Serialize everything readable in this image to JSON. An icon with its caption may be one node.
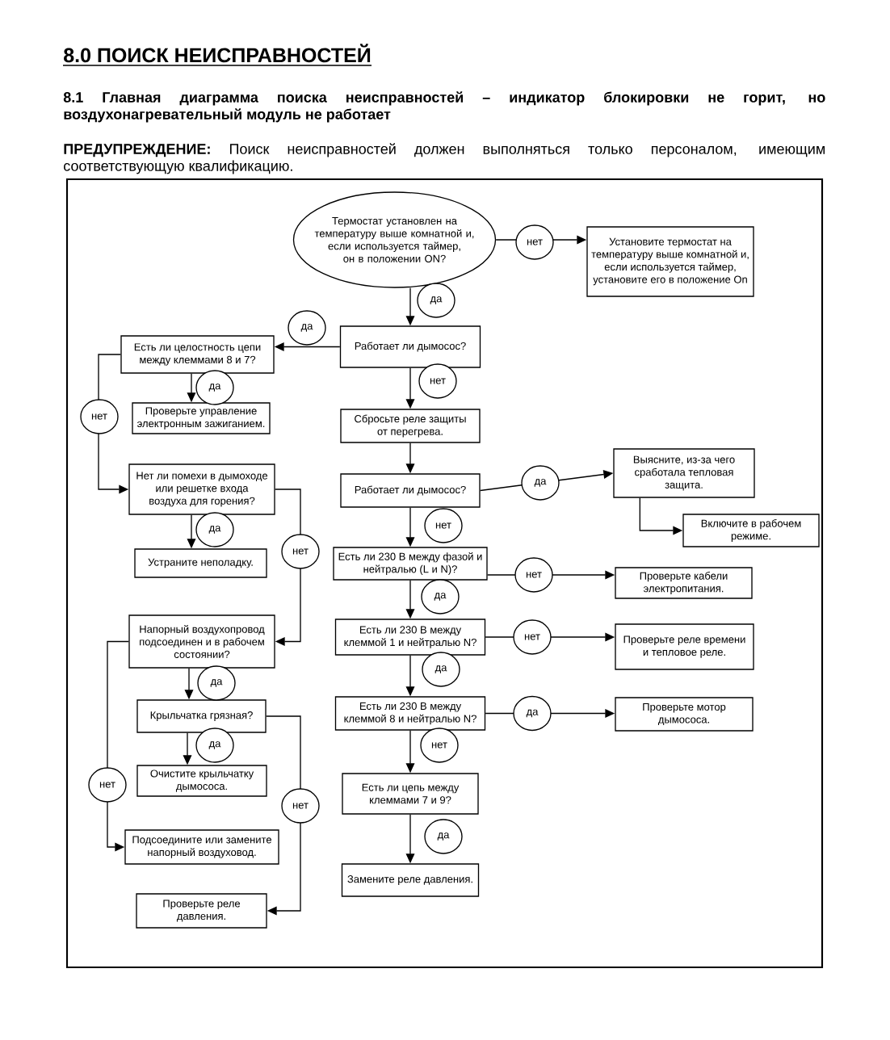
{
  "diagram": {
    "title": "8.0 ПОИСК НЕИСПРАВНОСТЕЙ",
    "nodes": [
      {
        "text": [
          "Термостат установлен на температуру выше комнатной и, если используется таймер, он в положении ON?"
        ]
      },
      {
        "text": [
          "Установите термостат на температуру выше комнатной и, если используется таймер, установите его в положение On"
        ]
      },
      {
        "text": [
          "Работает ли дымосос?"
        ]
      },
      {
        "text": [
          "Есть ли целостность цепи между клеммами 8 и 7?"
        ]
      },
      {
        "text": [
          "Проверьте управление электронным зажиганием."
        ]
      },
      {
        "text": [
          "Сбросьте реле защиты от перегрева."
        ]
      },
      {
        "text": [
          "Работает ли дымосос?"
        ]
      },
      {
        "text": [
          "Выясните, из-за чего сработала тепловая защита."
        ]
      },
      {
        "text": [
          "Включите в рабочем режиме."
        ]
      },
      {
        "text": [
          "Нет ли помехи в дымоходе или решетке входа воздуха для горения?"
        ]
      },
      {
        "text": [
          "Устраните неполадку."
        ]
      },
      {
        "text": [
          "Есть ли 230 В между фазой и нейтралью (L и N)?"
        ]
      },
      {
        "text": [
          "Проверьте кабели электропитания."
        ]
      },
      {
        "text": [
          "Напорный воздухопровод подсоединен и в рабочем состоянии?"
        ]
      },
      {
        "text": [
          "Есть ли 230 В между клеммой 1 и нейтралью N?"
        ]
      },
      {
        "text": [
          "Проверьте реле времени и тепловое реле."
        ]
      },
      {
        "text": [
          "Крыльчатка грязная?"
        ]
      },
      {
        "text": [
          "Есть ли 230 В между клеммой 8 и нейтралью N?"
        ]
      },
      {
        "text": [
          "Проверьте мотор дымососа."
        ]
      },
      {
        "text": [
          "Очистите крыльчатку дымососа."
        ]
      },
      {
        "text": [
          "Есть ли цепь между клеммами 7 и 9?"
        ]
      },
      {
        "text": [
          "Подсоедините или замените напорный воздуховод."
        ]
      },
      {
        "text": [
          "Замените реле давления."
        ]
      },
      {
        "text": [
          "Проверьте реле давления."
        ]
      }
    ],
    "edges": [
      {
        "from": 0,
        "to": 1,
        "arrow": "to",
        "label": "нет"
      },
      {
        "from": 0,
        "to": 2,
        "arrow": "to",
        "label": "да"
      },
      {
        "from": 2,
        "to": 3,
        "arrow": "to",
        "label": "да"
      },
      {
        "from": 2,
        "to": 5,
        "arrow": "to",
        "label": "нет"
      },
      {
        "from": 3,
        "to": 4,
        "arrow": "to",
        "label": "да"
      },
      {
        "from": 3,
        "to": 9,
        "arrow": "to",
        "label": "нет"
      },
      {
        "from": 5,
        "to": 6,
        "arrow": "to"
      },
      {
        "from": 6,
        "to": 7,
        "arrow": "to",
        "label": "да"
      },
      {
        "from": 7,
        "to": 8,
        "arrow": "to"
      },
      {
        "from": 6,
        "to": 11,
        "arrow": "to",
        "label": "нет"
      },
      {
        "from": 9,
        "to": 10,
        "arrow": "to",
        "label": "да"
      },
      {
        "from": 9,
        "to": 13,
        "arrow": "to",
        "label": "нет"
      },
      {
        "from": 11,
        "to": 12,
        "arrow": "to",
        "label": "нет"
      },
      {
        "from": 11,
        "to": 14,
        "arrow": "to",
        "label": "да"
      },
      {
        "from": 13,
        "to": 16,
        "arrow": "to",
        "label": "да"
      },
      {
        "from": 13,
        "to": 21,
        "arrow": "to",
        "label": "нет"
      },
      {
        "from": 14,
        "to": 15,
        "arrow": "to",
        "label": "нет"
      },
      {
        "from": 14,
        "to": 17,
        "arrow": "to",
        "label": "да"
      },
      {
        "from": 16,
        "to": 19,
        "arrow": "to",
        "label": "да"
      },
      {
        "from": 16,
        "to": 23,
        "arrow": "to",
        "label": "нет"
      },
      {
        "from": 17,
        "to": 18,
        "arrow": "to",
        "label": "да"
      },
      {
        "from": 17,
        "to": 20,
        "arrow": "to",
        "label": "нет"
      },
      {
        "from": 20,
        "to": 22,
        "arrow": "to",
        "label": "да"
      }
    ],
    "labels": [
      "8.1 Главная диаграмма поиска неисправностей – индикатор блокировки не горит, но воздухонагревательный модуль не работает",
      "**ПРЕДУПРЕЖДЕНИЕ:** Поиск неисправностей должен выполняться только персоналом, имеющим соответствующую квалификацию."
    ]
  }
}
